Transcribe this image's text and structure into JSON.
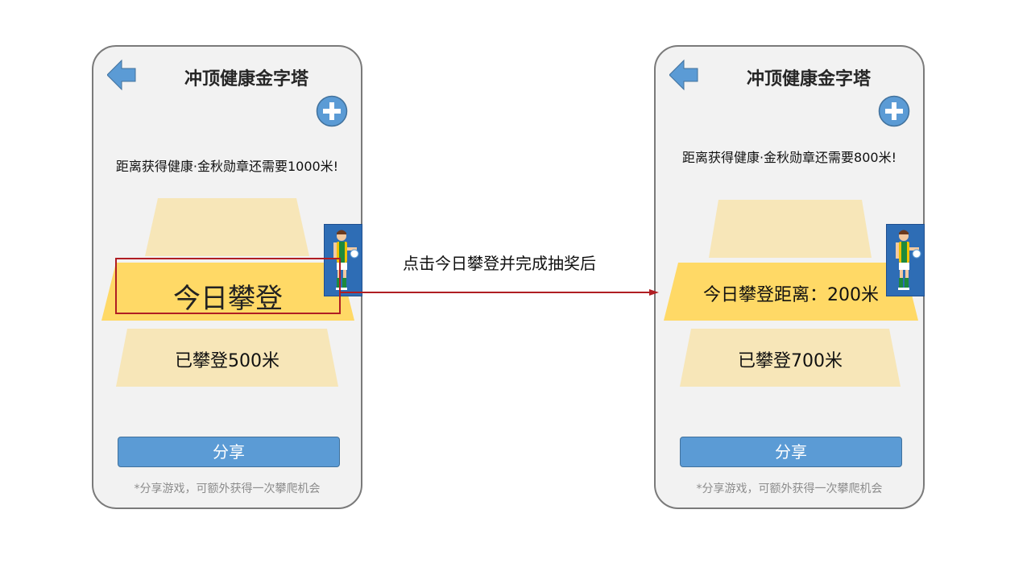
{
  "colors": {
    "accent_blue": "#5b9bd5",
    "tier_pale": "#f7e6b8",
    "tier_active": "#ffd966",
    "highlight_red": "#b01e23",
    "screen_bg": "#f2f2f2"
  },
  "annotation": {
    "caption": "点击今日攀登并完成抽奖后"
  },
  "screens": [
    {
      "title": "冲顶健康金字塔",
      "back_icon": "arrow-left-icon",
      "add_icon": "plus-circle-icon",
      "distance_message": "距离获得健康·金秋勋章还需要1000米!",
      "active_tier_label": "今日攀登",
      "lower_tier_label": "已攀登500米",
      "share_label": "分享",
      "share_note": "*分享游戏，可额外获得一次攀爬机会"
    },
    {
      "title": "冲顶健康金字塔",
      "back_icon": "arrow-left-icon",
      "add_icon": "plus-circle-icon",
      "distance_message": "距离获得健康·金秋勋章还需要800米!",
      "active_tier_label": "今日攀登距离：200米",
      "lower_tier_label": "已攀登700米",
      "share_label": "分享",
      "share_note": "*分享游戏，可额外获得一次攀爬机会"
    }
  ]
}
